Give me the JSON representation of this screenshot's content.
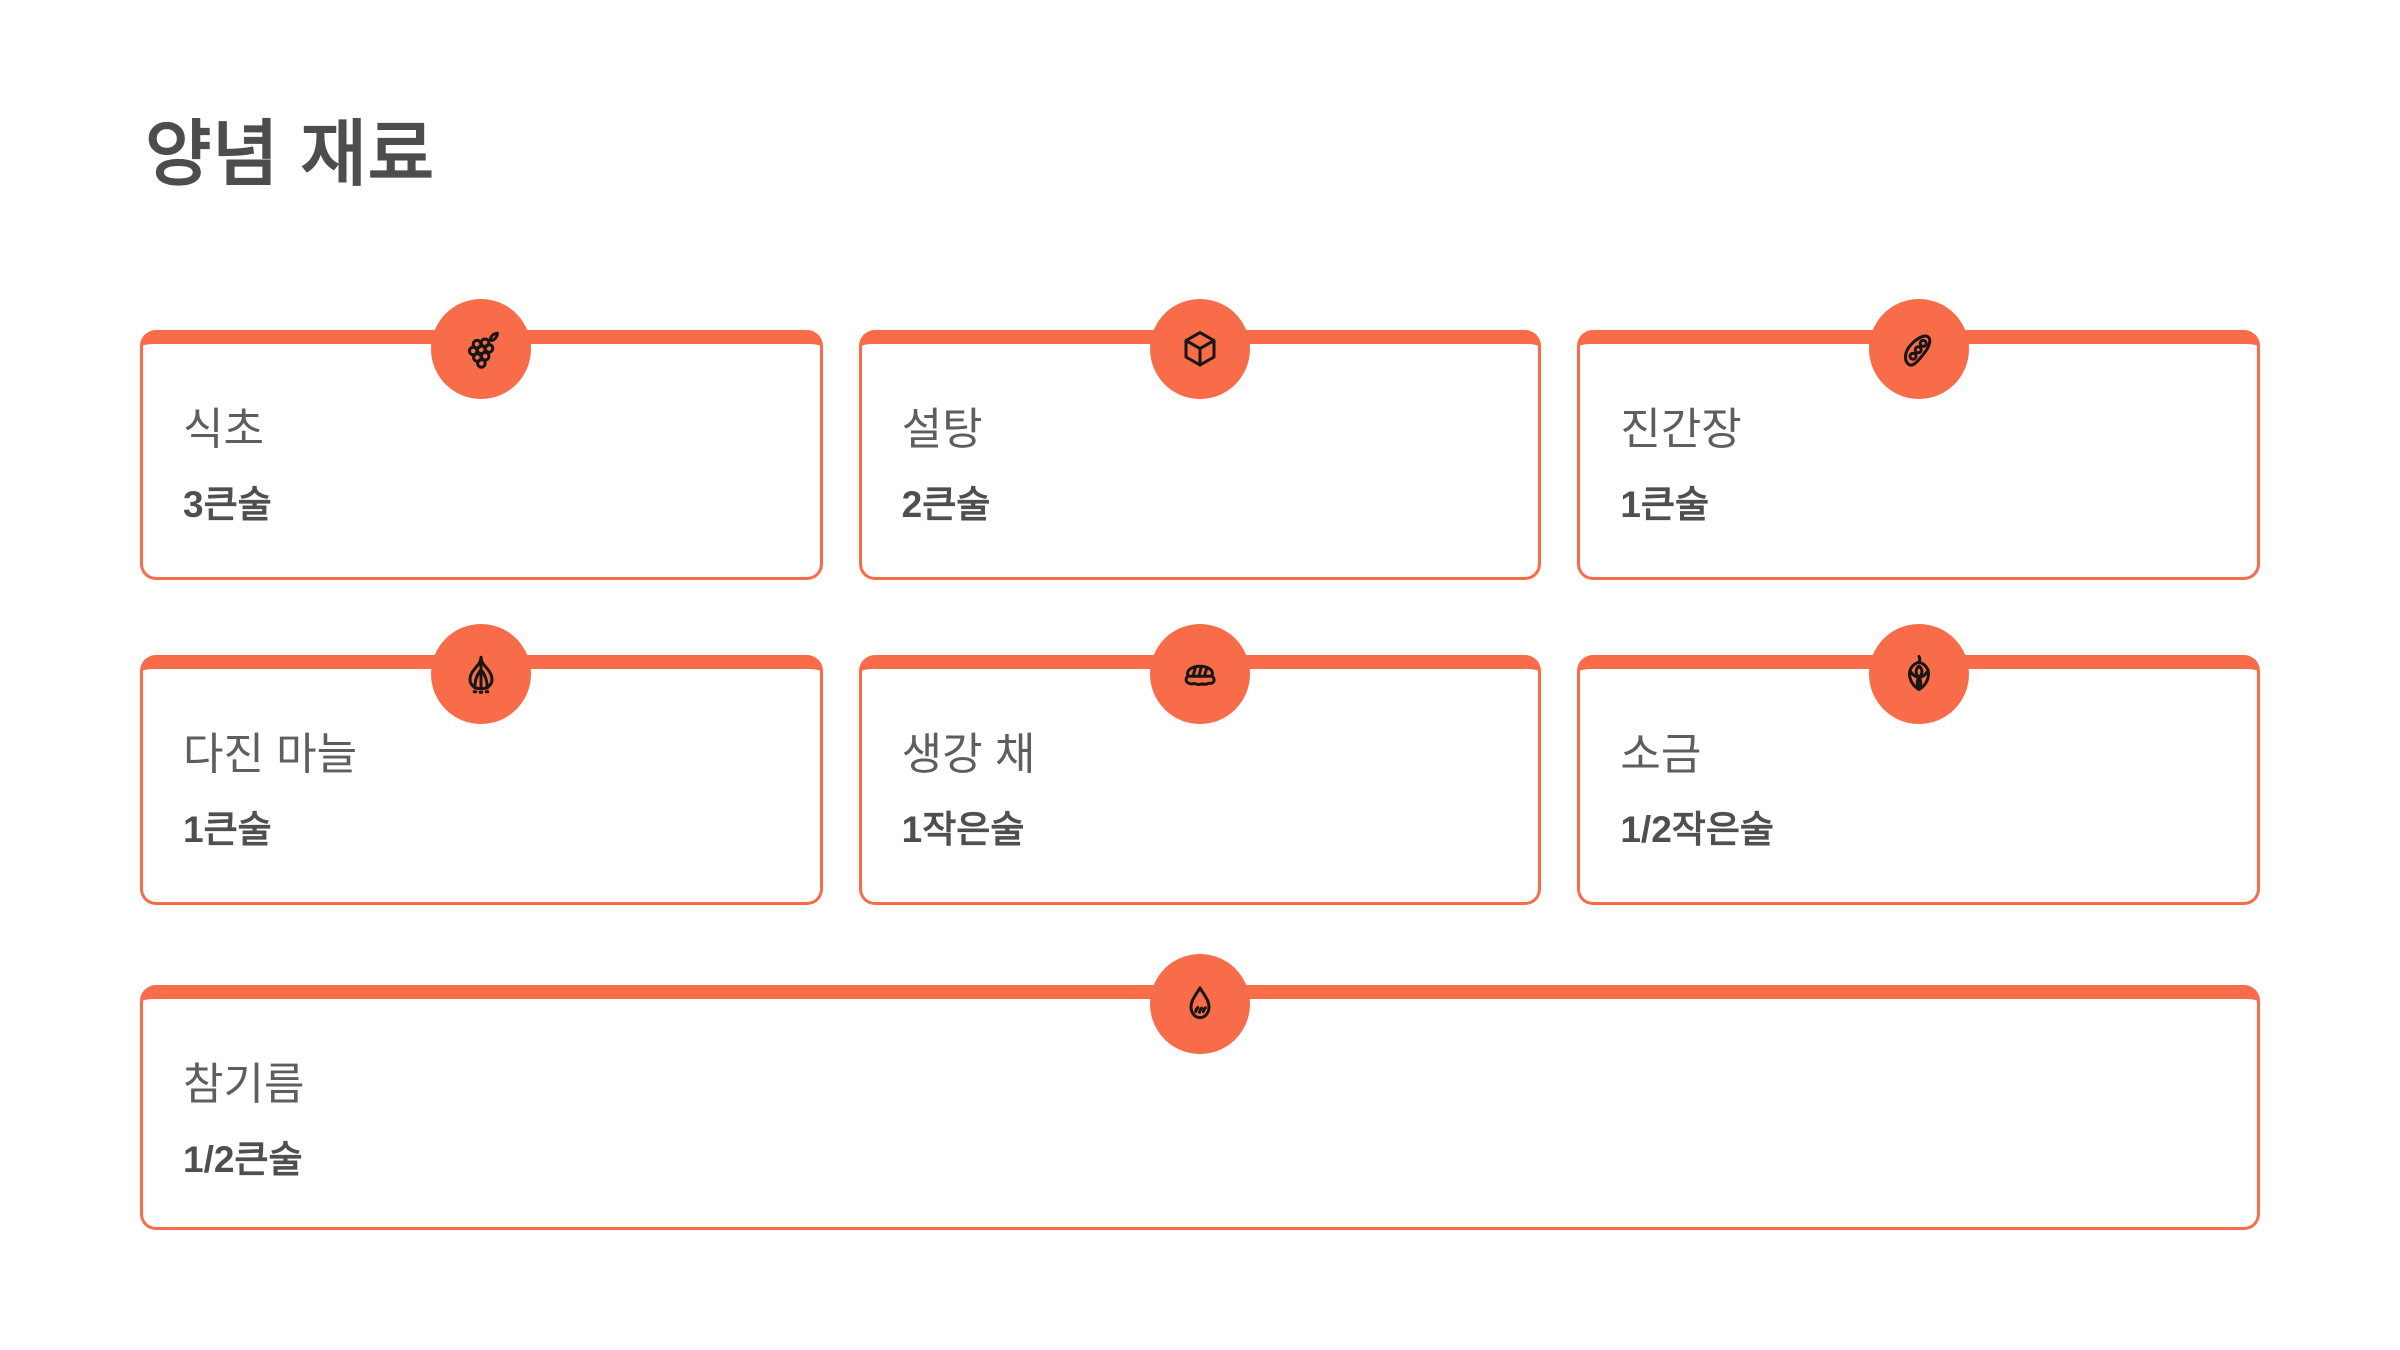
{
  "page": {
    "title": "양념 재료",
    "accent_color": "#F96C4A",
    "background_color": "#FFFFFF"
  },
  "ingredients": [
    {
      "name": "식초",
      "amount": "3큰술",
      "icon": "grapes-icon"
    },
    {
      "name": "설탕",
      "amount": "2큰술",
      "icon": "sugar-cube-icon"
    },
    {
      "name": "진간장",
      "amount": "1큰술",
      "icon": "soybean-pod-icon"
    },
    {
      "name": "다진 마늘",
      "amount": "1큰술",
      "icon": "garlic-icon"
    },
    {
      "name": "생강 채",
      "amount": "1작은술",
      "icon": "sushi-icon"
    },
    {
      "name": "소금",
      "amount": "1/2작은술",
      "icon": "hop-icon"
    },
    {
      "name": "참기름",
      "amount": "1/2큰술",
      "icon": "oil-drop-icon"
    }
  ]
}
